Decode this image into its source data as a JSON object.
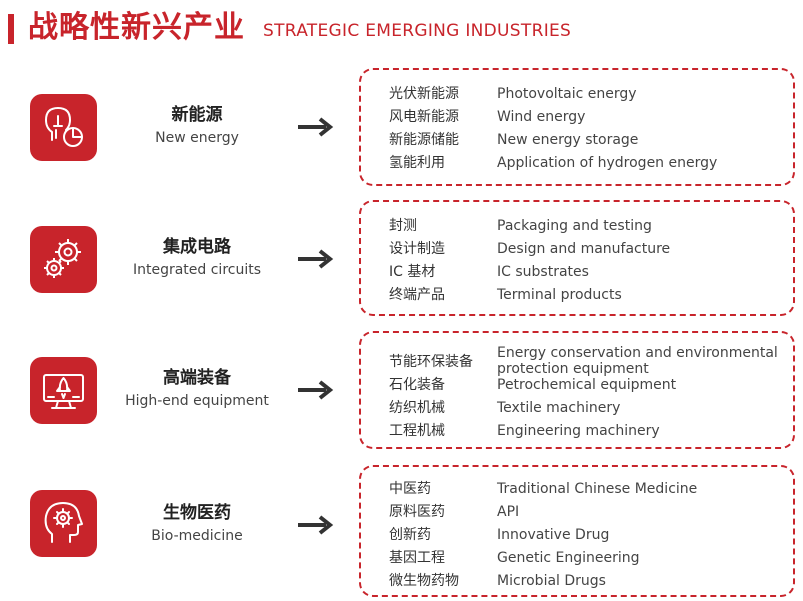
{
  "header": {
    "title_cn": "战略性新兴产业",
    "title_en": "STRATEGIC EMERGING INDUSTRIES"
  },
  "colors": {
    "accent": "#c8242b"
  },
  "sectors": [
    {
      "name_cn": "新能源",
      "name_en": "New energy",
      "icon": "person-pie-chart-icon",
      "items": [
        {
          "cn": "光伏新能源",
          "en": "Photovoltaic energy"
        },
        {
          "cn": "风电新能源",
          "en": "Wind energy"
        },
        {
          "cn": "新能源储能",
          "en": "New energy storage"
        },
        {
          "cn": "氢能利用",
          "en": "Application of hydrogen energy"
        }
      ]
    },
    {
      "name_cn": "集成电路",
      "name_en": "Integrated circuits",
      "icon": "gears-icon",
      "items": [
        {
          "cn": "封测",
          "en": "Packaging and testing"
        },
        {
          "cn": "设计制造",
          "en": "Design and manufacture"
        },
        {
          "cn": "IC 基材",
          "en": "IC substrates"
        },
        {
          "cn": "终端产品",
          "en": "Terminal products"
        }
      ]
    },
    {
      "name_cn": "高端装备",
      "name_en": "High-end equipment",
      "icon": "monitor-rocket-icon",
      "items": [
        {
          "cn": "节能环保装备",
          "en": "Energy conservation and environmental protection equipment"
        },
        {
          "cn": "石化装备",
          "en": "Petrochemical equipment"
        },
        {
          "cn": "纺织机械",
          "en": "Textile machinery"
        },
        {
          "cn": "工程机械",
          "en": "Engineering machinery"
        }
      ]
    },
    {
      "name_cn": "生物医药",
      "name_en": "Bio-medicine",
      "icon": "head-gear-icon",
      "items": [
        {
          "cn": "中医药",
          "en": "Traditional Chinese Medicine"
        },
        {
          "cn": "原料医药",
          "en": "API"
        },
        {
          "cn": "创新药",
          "en": "Innovative Drug"
        },
        {
          "cn": "基因工程",
          "en": "Genetic Engineering"
        },
        {
          "cn": "微生物药物",
          "en": "Microbial Drugs"
        }
      ]
    }
  ]
}
